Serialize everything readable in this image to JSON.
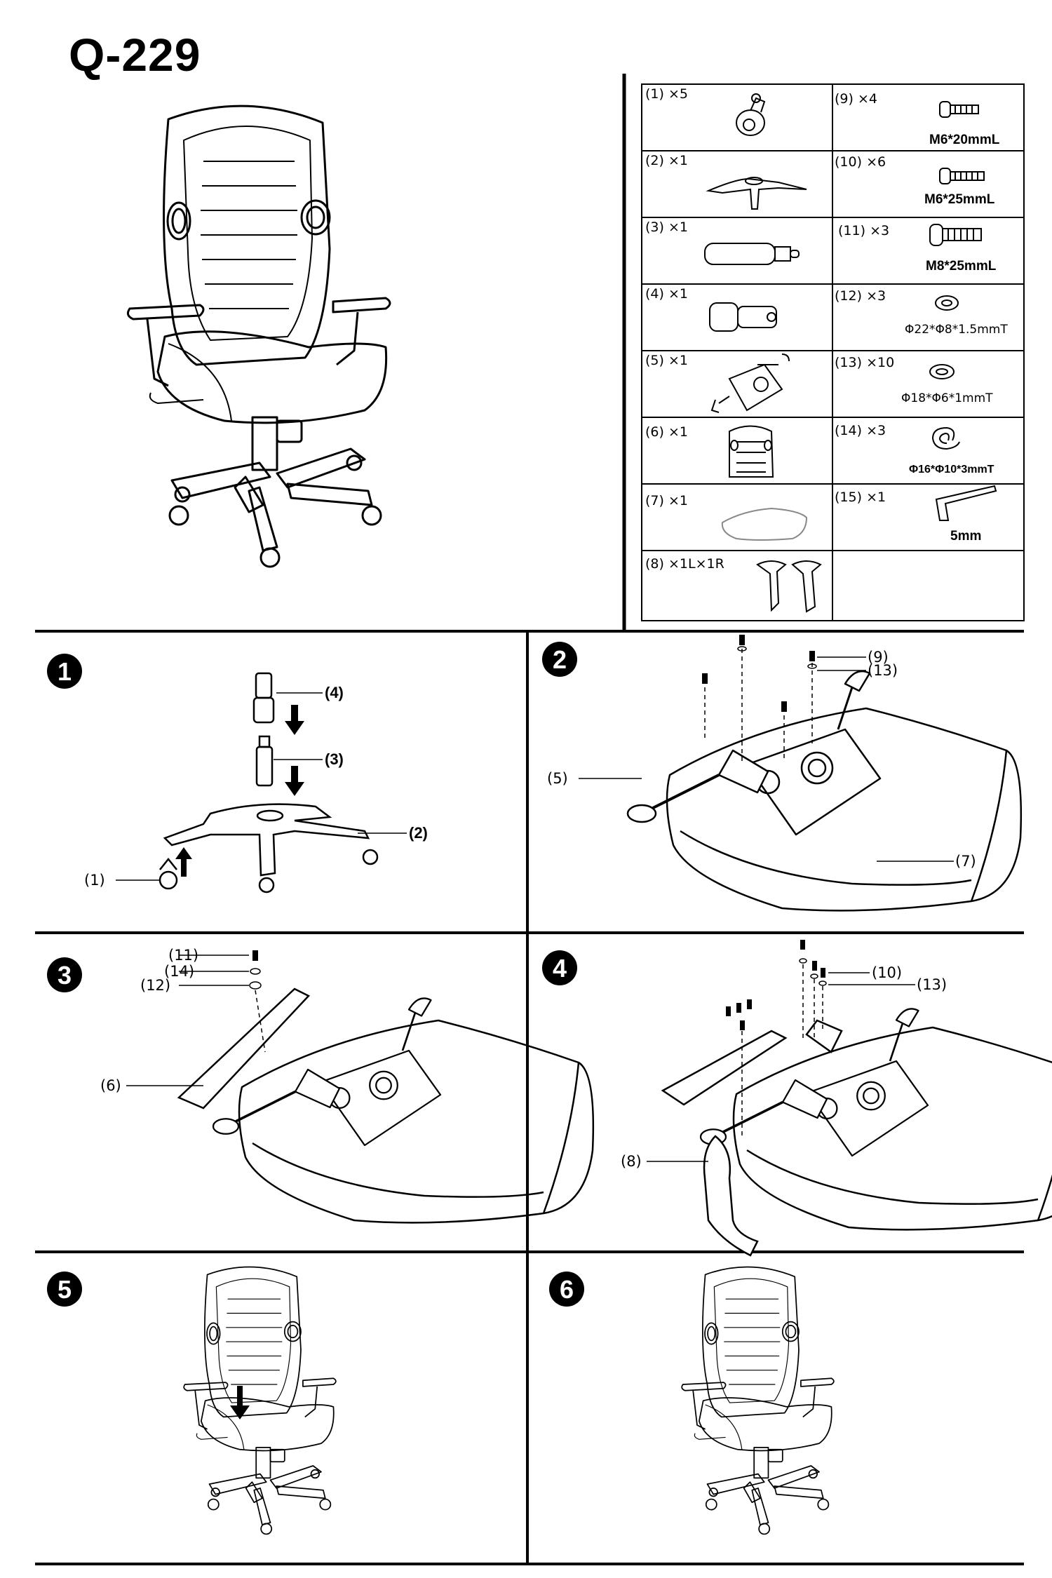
{
  "model": "Q-229",
  "parts": [
    {
      "id": "(1)",
      "qty": "×5",
      "spec": ""
    },
    {
      "id": "(2)",
      "qty": "×1",
      "spec": ""
    },
    {
      "id": "(3)",
      "qty": "×1",
      "spec": ""
    },
    {
      "id": "(4)",
      "qty": "×1",
      "spec": ""
    },
    {
      "id": "(5)",
      "qty": "×1",
      "spec": ""
    },
    {
      "id": "(6)",
      "qty": "×1",
      "spec": ""
    },
    {
      "id": "(7)",
      "qty": "×1",
      "spec": ""
    },
    {
      "id": "(8)",
      "qty": "×1L×1R",
      "spec": ""
    },
    {
      "id": "(9)",
      "qty": "×4",
      "spec": "M6*20mmL"
    },
    {
      "id": "(10)",
      "qty": "×6",
      "spec": "M6*25mmL"
    },
    {
      "id": "(11)",
      "qty": "×3",
      "spec": "M8*25mmL"
    },
    {
      "id": "(12)",
      "qty": "×3",
      "spec": "Φ22*Φ8*1.5mmT"
    },
    {
      "id": "(13)",
      "qty": "×10",
      "spec": "Φ18*Φ6*1mmT"
    },
    {
      "id": "(14)",
      "qty": "×3",
      "spec": "Φ16*Φ10*3mmT"
    },
    {
      "id": "(15)",
      "qty": "×1",
      "spec": "5mm"
    }
  ],
  "steps": [
    {
      "number": "1",
      "labels": [
        "(4)",
        "(3)",
        "(2)",
        "(1)"
      ]
    },
    {
      "number": "2",
      "labels": [
        "(9)",
        "(13)",
        "(5)",
        "(7)"
      ]
    },
    {
      "number": "3",
      "labels": [
        "(11)",
        "(14)",
        "(12)",
        "(6)"
      ]
    },
    {
      "number": "4",
      "labels": [
        "(10)",
        "(13)",
        "(8)"
      ]
    },
    {
      "number": "5",
      "labels": []
    },
    {
      "number": "6",
      "labels": []
    }
  ]
}
